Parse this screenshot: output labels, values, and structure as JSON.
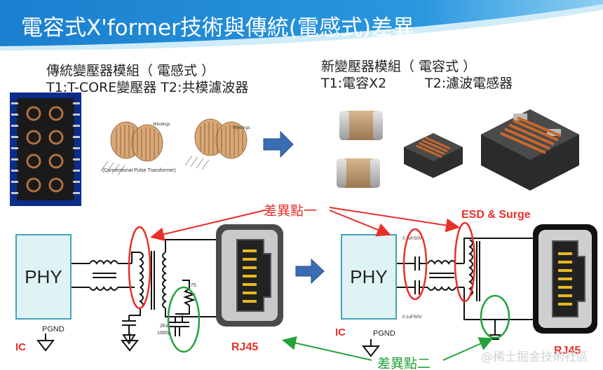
{
  "header": {
    "title": "電容式X'former技術與傳統(電感式)差異"
  },
  "left_section": {
    "title": "傳統變壓器模組（ 電感式 ）",
    "subtitle": "T1:T-CORE變壓器  T2:共模濾波器",
    "figure_windings_1": "Windings",
    "figure_windings_2": "Windings",
    "figure_caption": "(Conventional Pulse Transformer)"
  },
  "right_section": {
    "title": "新變壓器模組（ 電容式 ）",
    "subtitle_t1": "T1:電容X2",
    "subtitle_t2": "T2:濾波電感器"
  },
  "annotations": {
    "diff_one": "差異點一",
    "diff_two": "差異點二",
    "esd_surge": "ESD & Surge"
  },
  "left_circuit": {
    "chip_label": "PHY",
    "ground_label": "PGND",
    "ic_label": "IC",
    "rj45_label": "RJ45",
    "kv_label": "2kV",
    "cap_label": "1000p",
    "res_label": "75"
  },
  "right_circuit": {
    "chip_label": "PHY",
    "ground_label": "PGND",
    "ic_label": "IC",
    "rj45_label": "RJ45",
    "cap_top_label": "0.1uF/50V",
    "cap_bottom_label": "0.1uF/50V"
  },
  "watermark": "@稀土掘金技術社區",
  "colors": {
    "header_blue": "#1f87d1",
    "annotation_red": "#e8302a",
    "annotation_green": "#23a23a",
    "chip_fill": "#dff2f4",
    "chip_border": "#43a3b8",
    "arrow_blue": "#3b6db4"
  }
}
